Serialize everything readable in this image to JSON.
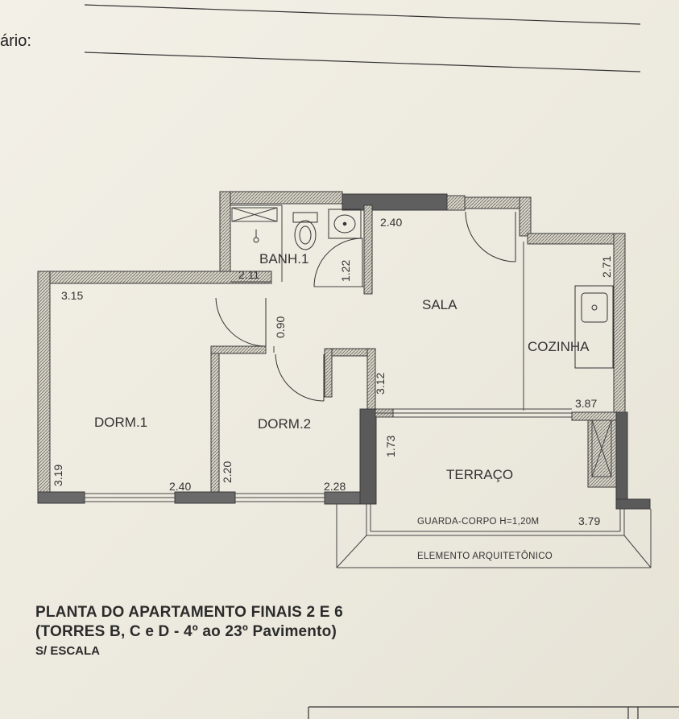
{
  "header": {
    "owner_label": "ário:"
  },
  "rooms": {
    "banheiro": "BANH.1",
    "sala": "SALA",
    "cozinha": "COZINHA",
    "dorm1": "DORM.1",
    "dorm2": "DORM.2",
    "terraco": "TERRAÇO"
  },
  "dimensions": {
    "sala_top": "2.40",
    "banh_height": "1.22",
    "banh_width": "2.11",
    "cozinha_height": "2.71",
    "dorm1_width": "3.15",
    "hall_width": "0.90",
    "sala_height": "3.12",
    "cozinha_width": "3.87",
    "terraco_height": "1.73",
    "dorm1_height": "3.19",
    "dorm1_bottom": "2.40",
    "dorm2_height": "2.20",
    "dorm2_width": "2.28",
    "terraco_width": "3.79"
  },
  "notes": {
    "guard_rail": "GUARDA-CORPO H=1,20M",
    "arch_element": "ELEMENTO ARQUITETÔNICO"
  },
  "caption": {
    "line1": "PLANTA DO APARTAMENTO FINAIS 2 E 6",
    "line2": "(TORRES B, C e D - 4º ao 23º Pavimento)",
    "line3": "S/ ESCALA"
  }
}
